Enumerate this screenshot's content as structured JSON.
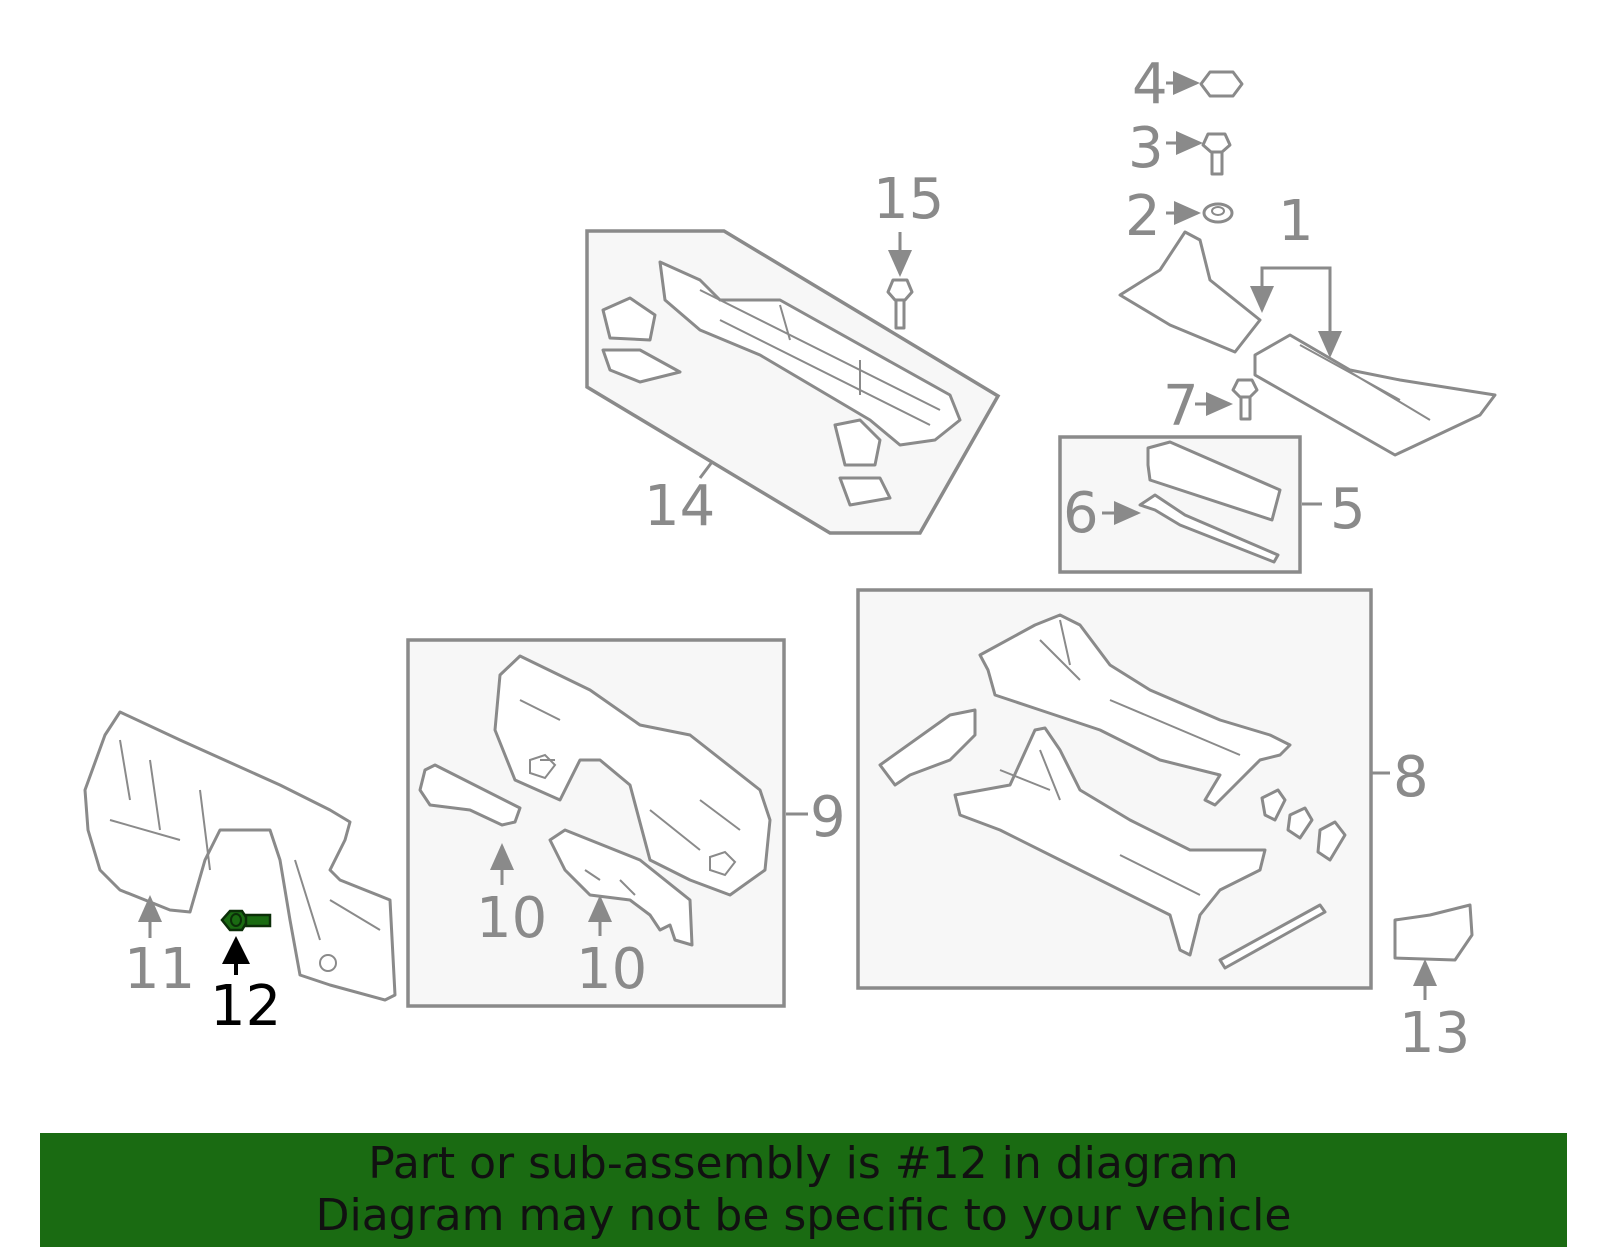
{
  "colors": {
    "banner_bg": "#1a6b12",
    "line_gray": "#8a8a8a",
    "highlight_part": "#1a6b12",
    "highlight_label": "#000000"
  },
  "callouts": {
    "c1": "1",
    "c2": "2",
    "c3": "3",
    "c4": "4",
    "c5": "5",
    "c6": "6",
    "c7": "7",
    "c8": "8",
    "c9": "9",
    "c10a": "10",
    "c10b": "10",
    "c11": "11",
    "c12": "12",
    "c13": "13",
    "c14": "14",
    "c15": "15"
  },
  "highlighted_callout": "12",
  "banner": {
    "line1": "Part or sub-assembly is #12 in diagram",
    "line2": "Diagram may not be specific to your vehicle"
  }
}
